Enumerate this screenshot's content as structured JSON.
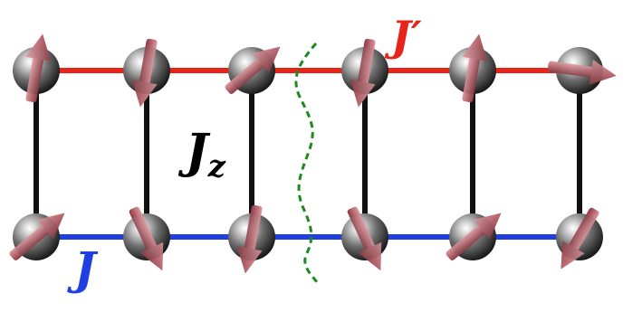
{
  "labels": {
    "j_prime": "J′",
    "j_z_main": "J",
    "j_z_sub": "z",
    "j": "J"
  },
  "colors": {
    "top_leg": "#e8231a",
    "bottom_leg": "#1f3fe0",
    "rungs": "#111111",
    "cut_line": "#1d8a1d",
    "arrow": "#b5555f",
    "label_j_prime": "#e8231a",
    "label_j_z": "#000000",
    "label_j": "#1f3fe0"
  },
  "lattice": {
    "columns": 6,
    "rows": 2
  },
  "spins": {
    "top": [
      "up",
      "down",
      "up-right",
      "down",
      "up",
      "right"
    ],
    "bottom": [
      "up-right",
      "down-right",
      "down",
      "down-right",
      "up-right",
      "down-left"
    ]
  }
}
